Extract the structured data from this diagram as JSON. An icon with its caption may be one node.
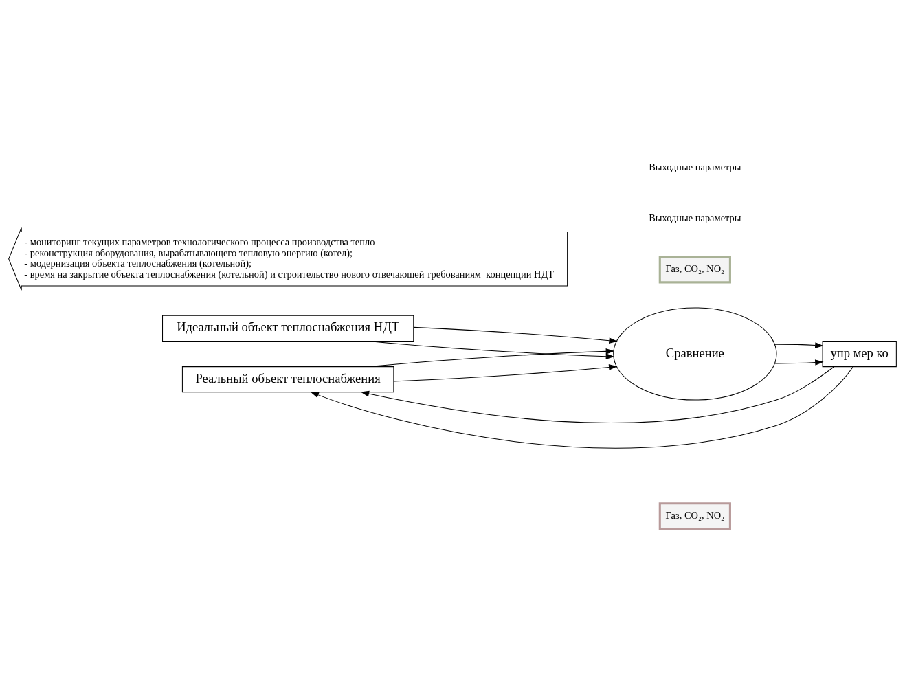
{
  "diagram": {
    "nodes": [
      {
        "text": [
          "Идеальный объект теплоснабжения НДТ"
        ]
      },
      {
        "text": [
          "Газ, CO₂, NO₂"
        ]
      },
      {
        "text": [
          "Сравнение"
        ]
      },
      {
        "text": [
          "упр мер ко"
        ]
      },
      {
        "text": [
          "Газ, CO₂, NO₂"
        ]
      },
      {
        "text": [
          "Реальный объект теплоснабжения"
        ]
      },
      {
        "text": [
          "- мониторинг текущих параметров технологического процесса производства тепло",
          "- реконструкция оборудования, вырабатывающего тепловую энергию (котел);",
          "- модернизация объекта теплоснабжения (котельной);",
          "- время на закрытие объекта теплоснабжения (котельной) и строительство нового отвечающей требованиям  концепции НДТ"
        ]
      }
    ],
    "edges": [
      {
        "from": 0,
        "to": 2,
        "arrow": "to"
      },
      {
        "from": 0,
        "to": 2,
        "arrow": "to"
      },
      {
        "from": 2,
        "to": 3,
        "arrow": "to"
      },
      {
        "from": 2,
        "to": 3,
        "arrow": "to"
      },
      {
        "from": 5,
        "to": 2,
        "arrow": "to"
      },
      {
        "from": 5,
        "to": 2,
        "arrow": "to"
      },
      {
        "from": 3,
        "to": 5,
        "arrow": "to"
      },
      {
        "from": 3,
        "to": 5,
        "arrow": "to"
      }
    ],
    "labels": [
      "Выходные параметры",
      "Выходные параметры"
    ]
  }
}
